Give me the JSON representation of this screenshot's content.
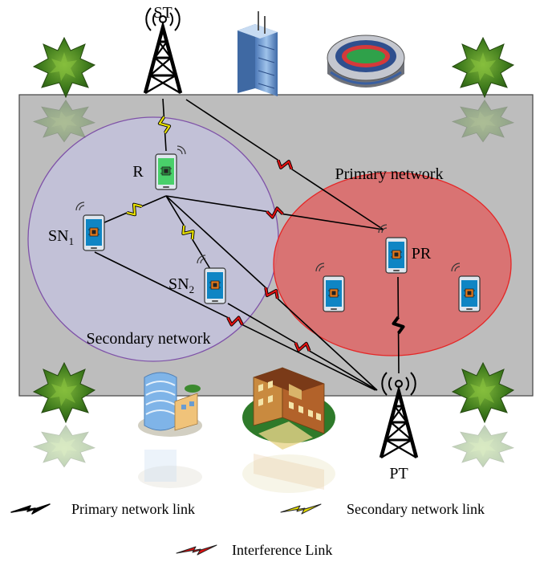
{
  "labels": {
    "st": "ST",
    "pt": "PT",
    "r": "R",
    "pr": "PR",
    "sn1_base": "SN",
    "sn1_sub": "1",
    "sn2_base": "SN",
    "sn2_sub": "2",
    "primary_network": "Primary network",
    "secondary_network": "Secondary network"
  },
  "legend": {
    "primary": "Primary network link",
    "secondary": "Secondary network link",
    "interference": "Interference Link"
  },
  "colors": {
    "background_area": "#bdbdbd",
    "secondary_region": "#c3c2d8",
    "secondary_border": "#7d4fa8",
    "primary_region": "#dc6e6e",
    "primary_border": "#e81c1c",
    "primary_link": "#000000",
    "secondary_link": "#e8e000",
    "interference_link": "#e01010",
    "device_screen": "#0f85c4",
    "relay_screen": "#49d06a"
  },
  "icons": [
    "tower-icon",
    "building-icon",
    "stadium-icon",
    "tree-icon",
    "office-building-icon",
    "school-building-icon",
    "smartphone-icon",
    "chip-icon"
  ]
}
